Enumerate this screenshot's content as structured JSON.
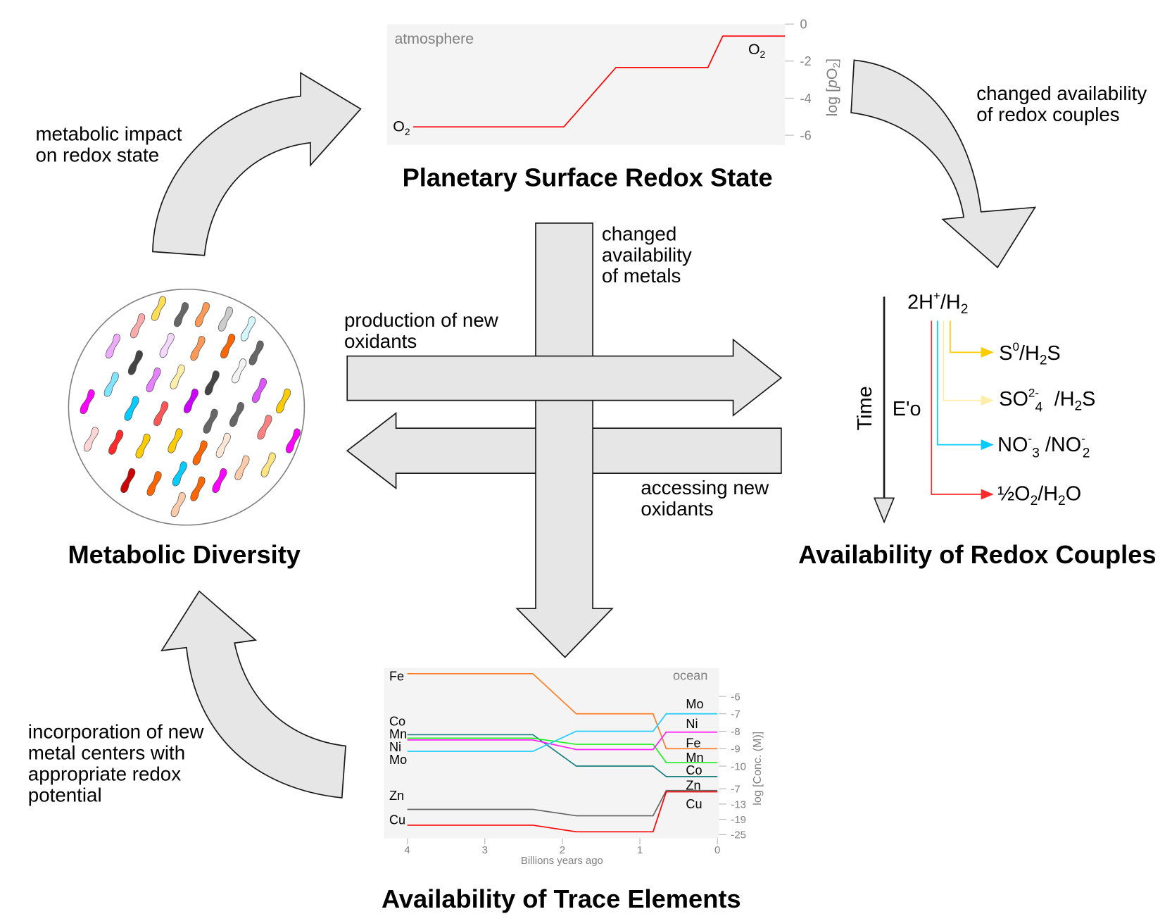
{
  "titles": {
    "planetary": "Planetary Surface Redox State",
    "metabolic": "Metabolic Diversity",
    "redox": "Availability of Redox Couples",
    "trace": "Availability of Trace Elements"
  },
  "notes": {
    "metabolic_impact": [
      "metabolic impact",
      "on redox state"
    ],
    "changed_redox": [
      "changed availability",
      "of redox couples"
    ],
    "changed_metals": [
      "changed",
      "availability",
      "of metals"
    ],
    "production": [
      "production of new",
      "oxidants"
    ],
    "accessing": [
      "accessing new",
      "oxidants"
    ],
    "incorporation": [
      "incorporation of new",
      "metal centers with",
      "appropriate redox",
      "potential"
    ]
  },
  "colors": {
    "arrow_fill": "#e6e6e6",
    "chart_bg": "#f4f4f4",
    "o2_line": "#ff0000"
  },
  "metabolic_cells": {
    "colors": [
      "#ffdd55",
      "#666666",
      "#ff9955",
      "#cccccc",
      "#d5f6ff",
      "#ffaaaa",
      "#eeaaff",
      "#f4d7ff",
      "#ff9955",
      "#ff6600",
      "#666666",
      "#444444",
      "#80e5ff",
      "#e580ff",
      "#ffeeaa",
      "#444444",
      "#f2f2f2",
      "#dd55ff",
      "#ffcc00",
      "#ff00ff",
      "#00ccff",
      "#ff5555",
      "#cc00ff",
      "#666666",
      "#666666",
      "#ff8080",
      "#ff00ff",
      "#ffd5d5",
      "#ff2a2a",
      "#ffcc00",
      "#ffcc00",
      "#ff6600",
      "#ffe6d5",
      "#ffccaa",
      "#ffe680",
      "#cc0000",
      "#ff6600",
      "#00ccff",
      "#ff6600",
      "#ff00ff",
      "#ffccaa"
    ]
  },
  "redox_panel": {
    "time_label": "Time",
    "potential_label": "E'o",
    "top": [
      "2H",
      "+",
      "/H",
      "2"
    ],
    "couples": [
      {
        "color": "#ffcc00",
        "parts": [
          "S",
          "0",
          "/H",
          "2",
          "S"
        ]
      },
      {
        "color": "#ffeeaa",
        "parts": [
          "SO",
          "2-",
          "4",
          " /H",
          "2",
          "S"
        ]
      },
      {
        "color": "#00ccff",
        "parts": [
          "NO",
          "-",
          "3",
          " /NO",
          "-",
          "2"
        ]
      },
      {
        "color": "#ff2a2a",
        "parts": [
          "½O",
          "2",
          "/H",
          "2",
          "O"
        ]
      }
    ]
  },
  "chart_data": [
    {
      "type": "line",
      "title": "",
      "corner_label": "atmosphere",
      "ylabel": [
        "log [",
        "p",
        "O",
        "2",
        "]"
      ],
      "ylim": [
        -6,
        0
      ],
      "yticks": [
        "0",
        "-2",
        "-4",
        "-6"
      ],
      "grid": false,
      "x": [
        4,
        2.38,
        1.82,
        0.83,
        0.67,
        0
      ],
      "series": [
        {
          "name": "O2",
          "label_parts": [
            "O",
            "2"
          ],
          "color": "#ff0000",
          "values": [
            -5.55,
            -5.55,
            -2.35,
            -2.35,
            -0.65,
            -0.65
          ]
        }
      ]
    },
    {
      "type": "line",
      "corner_label": "ocean",
      "xlabel": "Billions years ago",
      "xlim": [
        4,
        0
      ],
      "xticks": [
        "4",
        "3",
        "2",
        "1",
        "0"
      ],
      "ylabel": "log [Conc. (M)]",
      "yticks_upper": [
        "-6",
        "-7",
        "-8",
        "-9",
        "-10"
      ],
      "yticks_lower": [
        "-7",
        "-13",
        "-19",
        "-25"
      ],
      "grid": false,
      "x": [
        4,
        2.38,
        1.82,
        0.83,
        0.66,
        0
      ],
      "series": [
        {
          "name": "Fe",
          "color": "#ff7f2a",
          "axis": "upper",
          "values": [
            -4.7,
            -4.7,
            -7.0,
            -7.0,
            -9.0,
            -9.0
          ]
        },
        {
          "name": "Co",
          "color": "#168080",
          "axis": "upper",
          "values": [
            -8.2,
            -8.2,
            -10.0,
            -10.0,
            -10.6,
            -10.6
          ]
        },
        {
          "name": "Mn",
          "color": "#22ee22",
          "axis": "upper",
          "values": [
            -8.4,
            -8.4,
            -8.75,
            -8.75,
            -9.8,
            -9.8
          ]
        },
        {
          "name": "Ni",
          "color": "#ff22ff",
          "axis": "upper",
          "values": [
            -8.5,
            -8.5,
            -9.05,
            -9.05,
            -8.05,
            -8.05
          ]
        },
        {
          "name": "Mo",
          "color": "#22ccff",
          "axis": "upper",
          "values": [
            -9.15,
            -9.15,
            -8.0,
            -8.0,
            -7.0,
            -7.0
          ]
        },
        {
          "name": "Zn",
          "color": "#666666",
          "axis": "lower",
          "values": [
            -15.1,
            -15.1,
            -17.6,
            -17.6,
            -7.7,
            -7.7
          ]
        },
        {
          "name": "Cu",
          "color": "#ff0000",
          "axis": "lower",
          "values": [
            -21.3,
            -21.3,
            -23.9,
            -23.9,
            -8.2,
            -8.2
          ]
        }
      ],
      "left_labels": [
        "Fe",
        "Co",
        "Mn",
        "Ni",
        "Mo",
        "Zn",
        "Cu"
      ],
      "right_labels": [
        "Mo",
        "Ni",
        "Fe",
        "Mn",
        "Co",
        "Zn",
        "Cu"
      ]
    }
  ]
}
